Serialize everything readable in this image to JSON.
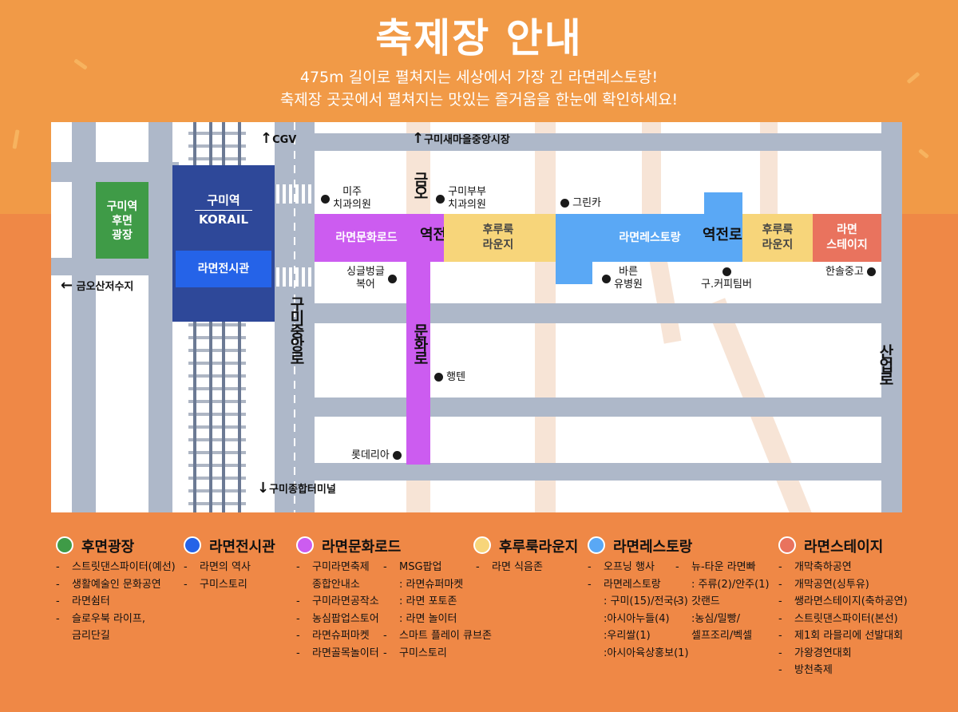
{
  "header": {
    "title": "축제장 안내",
    "subtitle_1": "475m 길이로 펼쳐지는 세상에서 가장 긴 라면레스토랑!",
    "subtitle_2": "축제장 곳곳에서 펼쳐지는 맛있는 즐거움을 한눈에 확인하세요!"
  },
  "map": {
    "station": {
      "name": "구미역",
      "korail": "KORAIL"
    },
    "ramen_hall": "라면전시관",
    "back_plaza": "구미역\n후면\n광장",
    "zones": {
      "culture_road": "라면문화로드",
      "lounge_1": "후루룩\n라운지",
      "restaurant": "라면레스토랑",
      "lounge_2": "후루룩\n라운지",
      "stage": "라면\n스테이지"
    },
    "roads": {
      "station_road_1": "역전로",
      "station_road_2": "역전로",
      "munhwa_vertical": "문화로",
      "gumi_jungang": "구미중앙로",
      "sanup": "산업로",
      "north_1": "금오"
    },
    "directions": {
      "cgv": "CGV",
      "market": "구미새마을중앙시장",
      "reservoir": "금오산저수지",
      "terminal": "구미종합터미널"
    },
    "places": {
      "miju": "미주\n치과의원",
      "gumi_bubu": "구미부부\n치과의원",
      "greenka": "그린카",
      "single": "싱글벙글\n복어",
      "bareun": "바른\n유병원",
      "coffee": "구.커피팀버",
      "hansol": "한솔중고",
      "hangten": "행텐",
      "lotteria": "롯데리아"
    }
  },
  "legend": [
    {
      "name": "후면광장",
      "color": "#3f9b47",
      "items": [
        "스트릿댄스파이터(예선)",
        "생활예술인 문화공연",
        "라면쉼터",
        "슬로우북 라이프,\n금리단길"
      ]
    },
    {
      "name": "라면전시관",
      "color": "#2563e8",
      "items": [
        "라면의 역사",
        "구미스토리"
      ]
    },
    {
      "name": "라면문화로드",
      "color": "#cc5cf0",
      "items": [
        "구미라면축제\n종합안내소",
        "구미라면공작소",
        "농심팝업스토어",
        "라면슈퍼마켓",
        "라면골목놀이터"
      ],
      "items_2": [
        "MSG팝업\n: 라면슈퍼마켓\n: 라면 포토존\n: 라면 놀이터",
        "스마트 플레이 큐브존",
        "구미스토리"
      ]
    },
    {
      "name": "후루룩라운지",
      "color": "#f7d57a",
      "items": [
        "라면 식음존"
      ]
    },
    {
      "name": "라면레스토랑",
      "color": "#5aa8f5",
      "items": [
        "오프닝 행사",
        "라면레스토랑\n: 구미(15)/전국(3)\n:아시아누들(4)\n:우리쌀(1)\n:아시아육상홍보(1)"
      ],
      "items_2": [
        "뉴-타운 라면빠\n: 주류(2)/안주(1)",
        "갓랜드\n:농심/밀빵/\n셀프조리/벡셀"
      ]
    },
    {
      "name": "라면스테이지",
      "color": "#e9735e",
      "items": [
        "개막축하공연",
        "개막공연(싱투유)",
        "쌩라면스테이지(축하공연)",
        "스트릿댄스파이터(본선)",
        "제1회 라믈리에 선발대회",
        "가왕경연대회",
        "방천축제"
      ]
    }
  ]
}
